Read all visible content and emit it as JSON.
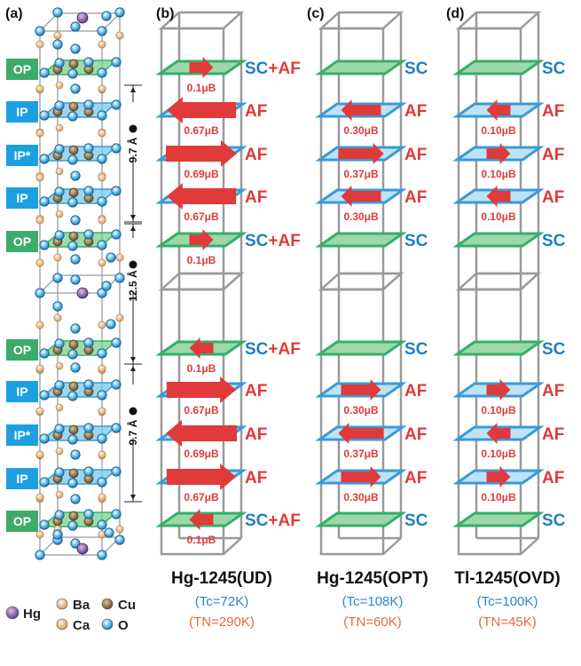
{
  "panel_labels": [
    "(a)",
    "(b)",
    "(c)",
    "(d)"
  ],
  "layer_tags": [
    "OP",
    "IP",
    "IP*",
    "IP",
    "OP",
    "OP",
    "IP",
    "IP*",
    "IP",
    "OP"
  ],
  "layer_tag_colors": {
    "OP": "#3dab6a",
    "IP": "#1ca0df"
  },
  "distances": [
    "9.7 Å",
    "12.5 Å",
    "9.7 Å"
  ],
  "colors": {
    "sc": "#1f7fc0",
    "af": "#e03a3a",
    "moment": "#e03a3a",
    "frame": "#9a9a9a",
    "op_plane": "#9fd8a8",
    "op_edge": "#33b06a",
    "ip_plane": "#bfe3f5",
    "ip_edge": "#3a9ad8"
  },
  "panels": [
    {
      "name": "Hg-1245(UD)",
      "tc": "(Tc=72K)",
      "tn": "(TN=290K)",
      "labels": [
        "SC+AF",
        "AF",
        "AF",
        "AF",
        "SC+AF",
        "SC+AF",
        "AF",
        "AF",
        "AF",
        "SC+AF"
      ],
      "moments": [
        "0.1μB",
        "0.67μB",
        "0.69μB",
        "0.67μB",
        "0.1μB",
        "0.1μB",
        "0.67μB",
        "0.69μB",
        "0.67μB",
        "0.1μB"
      ],
      "directions": [
        "right",
        "left",
        "right",
        "left",
        "right",
        "left",
        "right",
        "left",
        "right",
        "left"
      ],
      "magnitudes": [
        0.1,
        0.67,
        0.69,
        0.67,
        0.1,
        0.1,
        0.67,
        0.69,
        0.67,
        0.1
      ]
    },
    {
      "name": "Hg-1245(OPT)",
      "tc": "(Tc=108K)",
      "tn": "(TN=60K)",
      "labels": [
        "SC",
        "AF",
        "AF",
        "AF",
        "SC",
        "SC",
        "AF",
        "AF",
        "AF",
        "SC"
      ],
      "moments": [
        "",
        "0.30μB",
        "0.37μB",
        "0.30μB",
        "",
        "",
        "0.30μB",
        "0.37μB",
        "0.30μB",
        ""
      ],
      "directions": [
        "",
        "left",
        "right",
        "left",
        "",
        "",
        "right",
        "left",
        "right",
        ""
      ],
      "magnitudes": [
        0,
        0.3,
        0.37,
        0.3,
        0,
        0,
        0.3,
        0.37,
        0.3,
        0
      ]
    },
    {
      "name": "Tl-1245(OVD)",
      "tc": "(Tc=100K)",
      "tn": "(TN=45K)",
      "labels": [
        "SC",
        "AF",
        "AF",
        "AF",
        "SC",
        "SC",
        "AF",
        "AF",
        "AF",
        "SC"
      ],
      "moments": [
        "",
        "0.10μB",
        "0.10μB",
        "0.10μB",
        "",
        "",
        "0.10μB",
        "0.10μB",
        "0.10μB",
        ""
      ],
      "directions": [
        "",
        "left",
        "right",
        "left",
        "",
        "",
        "right",
        "left",
        "right",
        ""
      ],
      "magnitudes": [
        0,
        0.1,
        0.1,
        0.1,
        0,
        0,
        0.1,
        0.1,
        0.1,
        0
      ]
    }
  ],
  "legend": [
    {
      "label": "Hg",
      "color": "#7b4f9d"
    },
    {
      "label": "Ba",
      "color": "#e8b98a"
    },
    {
      "label": "Cu",
      "color": "#8a6a3a"
    },
    {
      "label": "Ca",
      "color": "#e8c28f"
    },
    {
      "label": "O",
      "color": "#1c9ad6"
    }
  ]
}
